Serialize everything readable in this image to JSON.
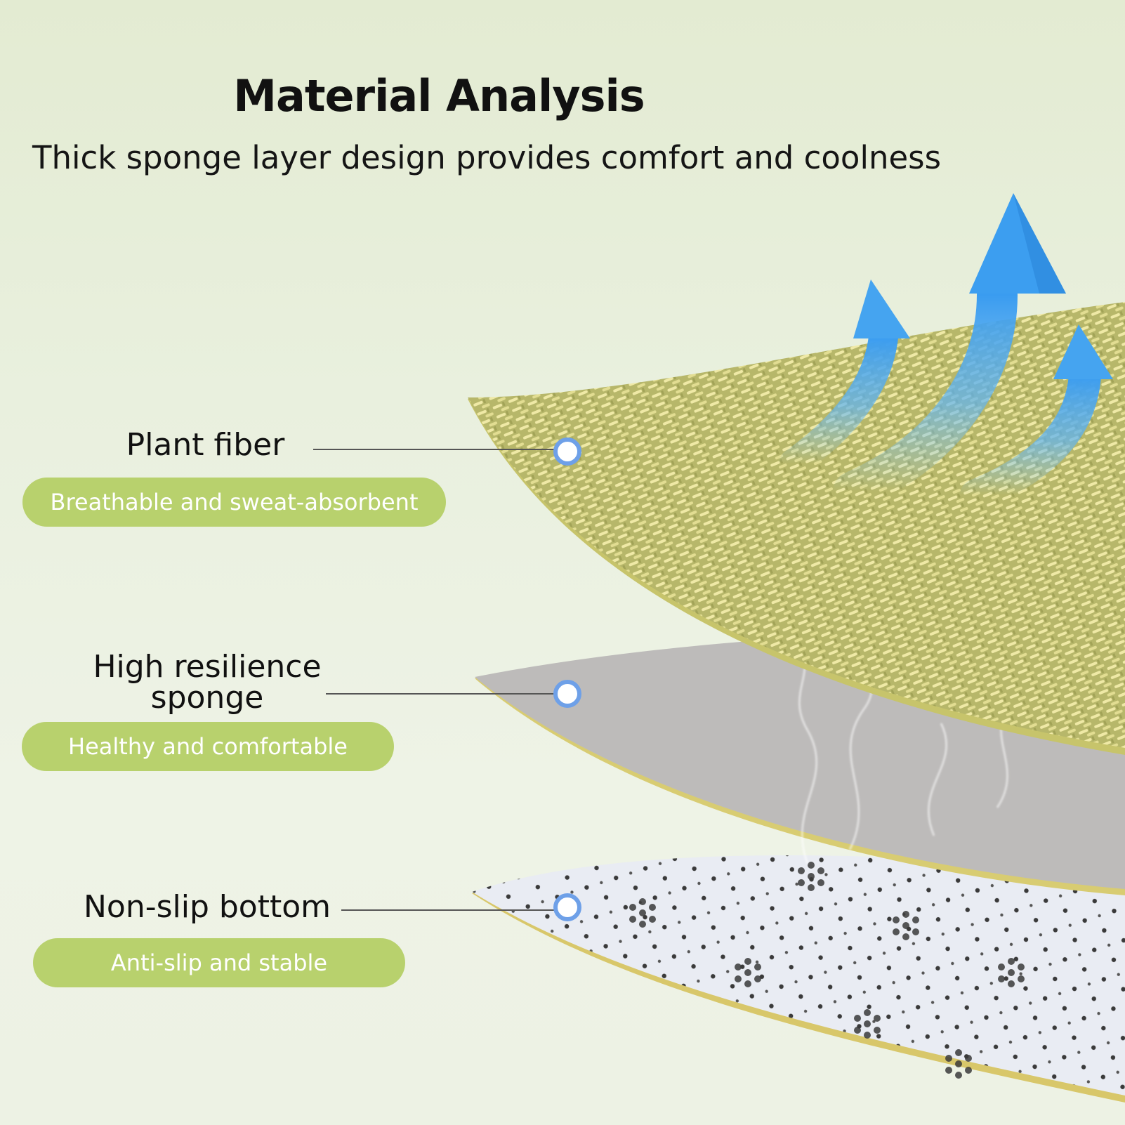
{
  "title": "Material Analysis",
  "subtitle": "Thick sponge layer design provides comfort and coolness",
  "layers": [
    {
      "name": "Plant fiber",
      "desc": "Breathable and sweat-absorbent"
    },
    {
      "name": "High resilience sponge",
      "desc": "Healthy and comfortable"
    },
    {
      "name": "Non-slip bottom",
      "desc": "Anti-slip and stable"
    }
  ],
  "colors": {
    "pill": "#b8d16d",
    "fiber": "#c3c277",
    "sponge": "#bdbbbb",
    "bottom": "#e6e9f1",
    "arrow": "#4aa6ee",
    "marker": "#6ea0e8"
  },
  "icons": [
    "arrow-up-icon",
    "marker-dot-icon"
  ]
}
